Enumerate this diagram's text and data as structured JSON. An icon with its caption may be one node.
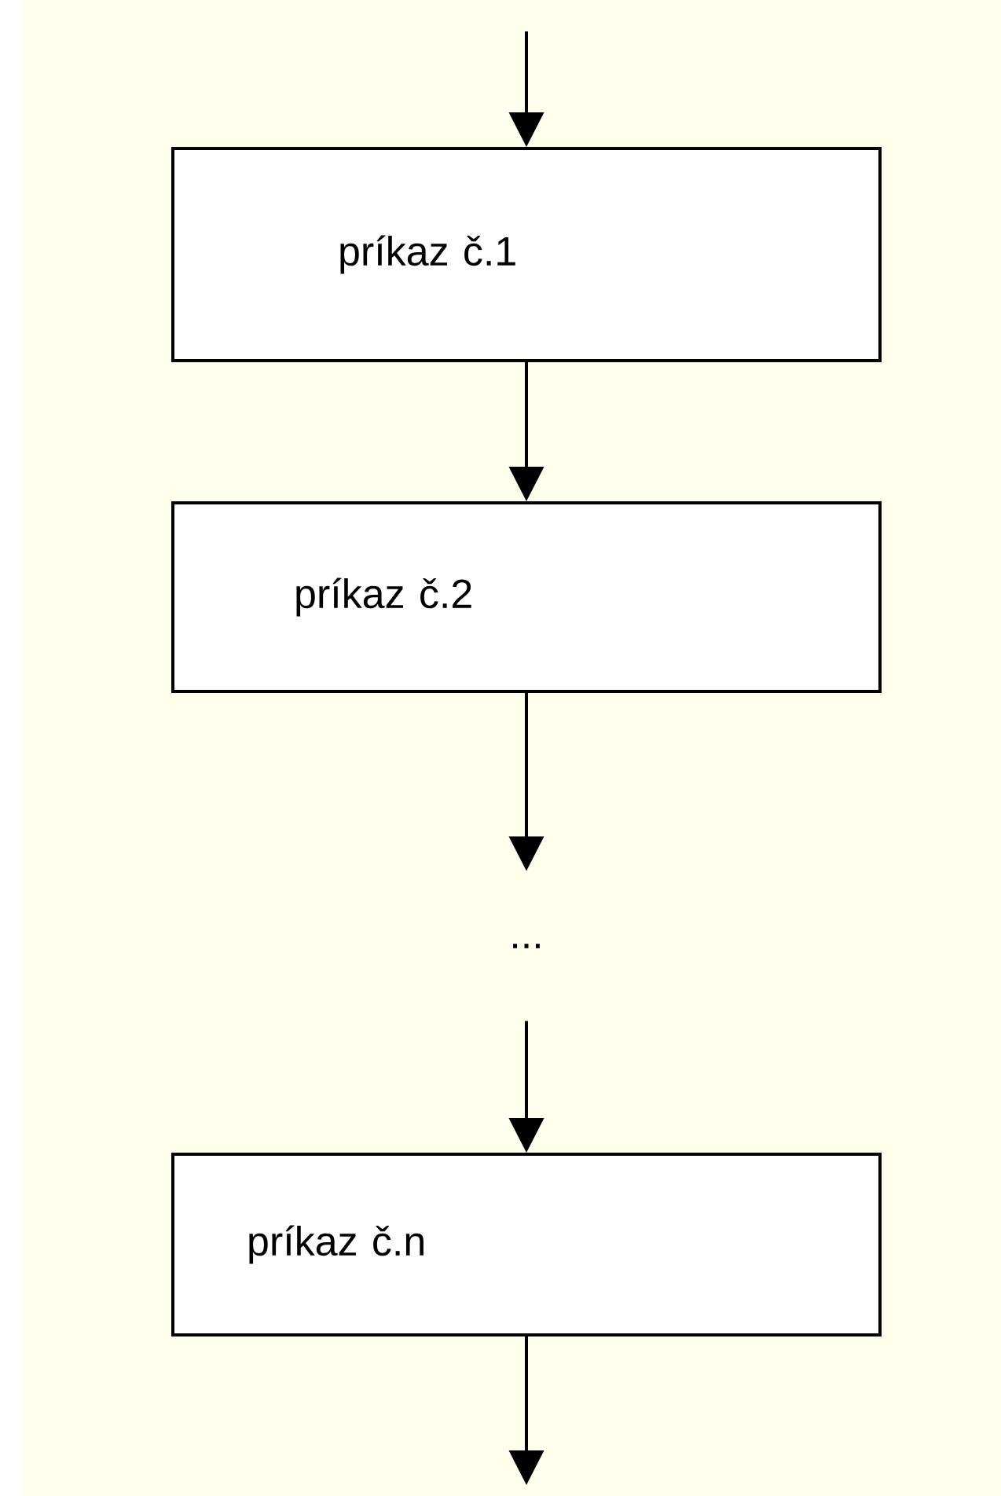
{
  "diagram": {
    "nodes": [
      {
        "text": [
          "príkaz č.1"
        ]
      },
      {
        "text": [
          "príkaz č.2"
        ]
      },
      {
        "text": [
          "..."
        ]
      },
      {
        "text": [
          "príkaz č.n"
        ]
      }
    ],
    "edges": [
      {
        "from": null,
        "to": 0,
        "arrow": "to"
      },
      {
        "from": 0,
        "to": 1,
        "arrow": "to"
      },
      {
        "from": 1,
        "to": 2,
        "arrow": "to"
      },
      {
        "from": 2,
        "to": 3,
        "arrow": "to"
      },
      {
        "from": 3,
        "to": null,
        "arrow": "to"
      }
    ]
  }
}
